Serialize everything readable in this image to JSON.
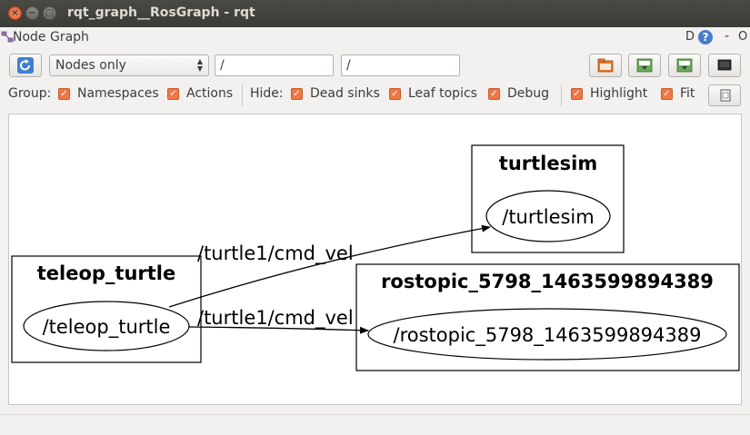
{
  "window": {
    "title": "rqt_graph__RosGraph - rqt",
    "close_glyph": "×",
    "min_glyph": "−",
    "max_glyph": "□"
  },
  "panel": {
    "title": "Node Graph",
    "d_label": "D",
    "help_label": "?",
    "dash_label": "-",
    "o_label": "O"
  },
  "toolbar": {
    "mode_select": "Nodes only",
    "filter_nodes": "/",
    "filter_topics": "/"
  },
  "options": {
    "group_label": "Group:",
    "namespaces": "Namespaces",
    "actions": "Actions",
    "hide_label": "Hide:",
    "dead_sinks": "Dead sinks",
    "leaf_topics": "Leaf topics",
    "debug": "Debug",
    "highlight": "Highlight",
    "fit": "Fit",
    "check_glyph": "✓"
  },
  "graph": {
    "clusters": {
      "turtlesim": "turtlesim",
      "teleop": "teleop_turtle",
      "rostopic": "rostopic_5798_1463599894389"
    },
    "nodes": {
      "turtlesim": "/turtlesim",
      "teleop": "/teleop_turtle",
      "rostopic": "/rostopic_5798_1463599894389"
    },
    "edges": {
      "to_turtlesim": "/turtle1/cmd_vel",
      "to_rostopic": "/turtle1/cmd_vel"
    }
  },
  "colors": {
    "checkbox": "#f07746",
    "titlebar": "#3c3b37",
    "close_button": "#e25b2a"
  }
}
